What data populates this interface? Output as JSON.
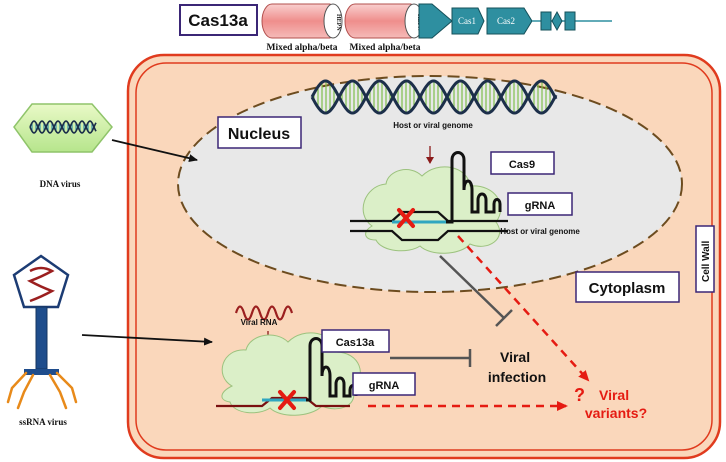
{
  "header": {
    "system_label": "Cas13a",
    "domains": [
      {
        "label": "Mixed  alpha/beta",
        "tag": "HEPN"
      },
      {
        "label": "Mixed  alpha/beta",
        "tag": "HEPN"
      }
    ],
    "genes": [
      "Cas1",
      "Cas2"
    ]
  },
  "cell": {
    "wall_label": "Cell Wall",
    "cytoplasm_label": "Cytoplasm",
    "nucleus_label": "Nucleus"
  },
  "dna_pathway": {
    "genome_label_top": "Host or viral genome",
    "genome_label_bottom": "Host or viral genome",
    "cas_label": "Cas9",
    "grna_label": "gRNA"
  },
  "rna_pathway": {
    "viral_rna_label": "Viral RNA",
    "cas_label": "Cas13a",
    "grna_label": "gRNA"
  },
  "outcomes": {
    "viral_infection": [
      "Viral",
      "infection"
    ],
    "question_mark": "?",
    "viral_variants": [
      "Viral",
      "variants?"
    ]
  },
  "viruses": {
    "dna_virus_label": "DNA virus",
    "ssrna_virus_label": "ssRNA virus"
  },
  "colors": {
    "cell_fill": "#fad7bb",
    "cell_wall": "#e03b1e",
    "nucleus_fill": "#e8e8e8",
    "protein_blob": "#dbefc8",
    "gene_arrow": "#2e8fa0",
    "domain_pink": "#f2a4a2",
    "variant_red": "#e51b12",
    "box_border": "#3b2676"
  }
}
